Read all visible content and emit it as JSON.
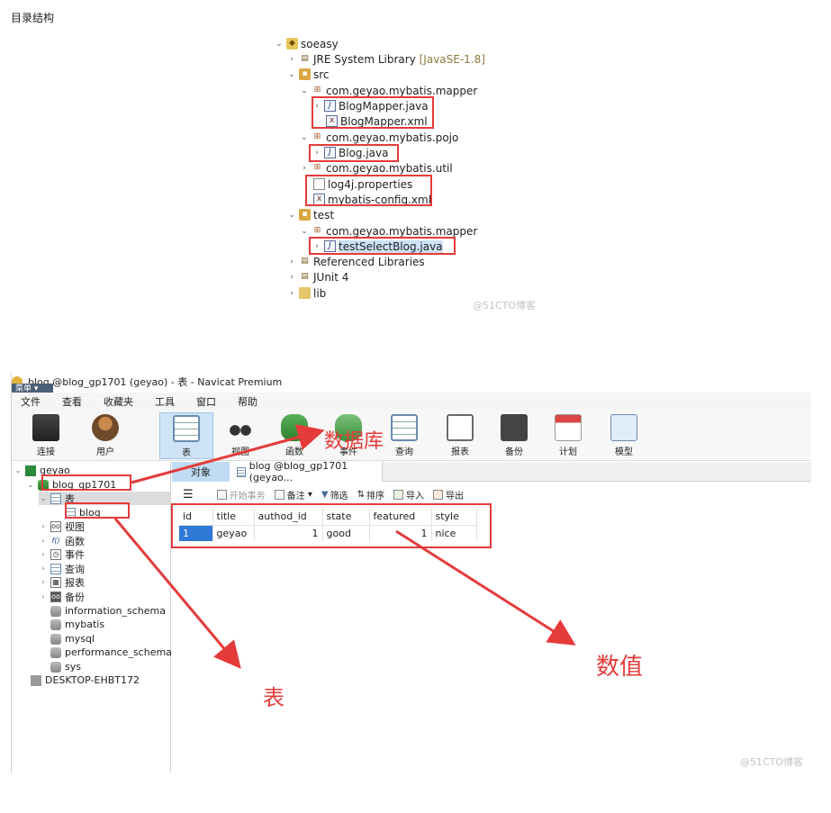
{
  "heading": "目录结构",
  "tree": {
    "project": "soeasy",
    "jre_label": "JRE System Library",
    "jre_version": "[JavaSE-1.8]",
    "src": "src",
    "pkg_mapper": "com.geyao.mybatis.mapper",
    "blog_mapper_java": "BlogMapper.java",
    "blog_mapper_xml": "BlogMapper.xml",
    "pkg_pojo": "com.geyao.mybatis.pojo",
    "blog_java": "Blog.java",
    "pkg_util": "com.geyao.mybatis.util",
    "log4j": "log4j.properties",
    "mybatis_config": "mybatis-config.xml",
    "test": "test",
    "test_pkg_mapper": "com.geyao.mybatis.mapper",
    "test_select_blog": "testSelectBlog.java",
    "referenced_libraries": "Referenced Libraries",
    "junit": "JUnit 4",
    "lib": "lib"
  },
  "watermark": "@51CTO博客",
  "navicat": {
    "title": "blog @blog_gp1701 (geyao) - 表 - Navicat Premium",
    "badge": "菜单",
    "menu": [
      "文件",
      "查看",
      "收藏夹",
      "工具",
      "窗口",
      "帮助"
    ],
    "toolbar": [
      "连接",
      "用户",
      "表",
      "视图",
      "函数",
      "事件",
      "查询",
      "报表",
      "备份",
      "计划",
      "模型"
    ],
    "sidebar": {
      "connection": "geyao",
      "database": "blog_gp1701",
      "tables_node": "表",
      "table_blog": "blog",
      "views": "视图",
      "functions": "函数",
      "events": "事件",
      "queries": "查询",
      "reports": "报表",
      "backups": "备份",
      "other_dbs": [
        "information_schema",
        "mybatis",
        "mysql",
        "performance_schema",
        "sys"
      ],
      "computer": "DESKTOP-EHBT172"
    },
    "tabs": {
      "objects": "对象",
      "active": "blog @blog_gp1701 (geyao..."
    },
    "subbar": {
      "begin_tx": "开始事务",
      "memo": "备注",
      "filter": "筛选",
      "sort": "排序",
      "import": "导入",
      "export": "导出"
    },
    "grid": {
      "columns": [
        "id",
        "title",
        "authod_id",
        "state",
        "featured",
        "style"
      ],
      "row": [
        "1",
        "geyao",
        "1",
        "good",
        "1",
        "nice"
      ]
    }
  },
  "annotations": {
    "database": "数据库",
    "table": "表",
    "value": "数值"
  },
  "colors": {
    "annotation_red": "#e53b3b",
    "selection_blue": "#cfe3f7",
    "grid_cursor": "#2f78d6"
  }
}
